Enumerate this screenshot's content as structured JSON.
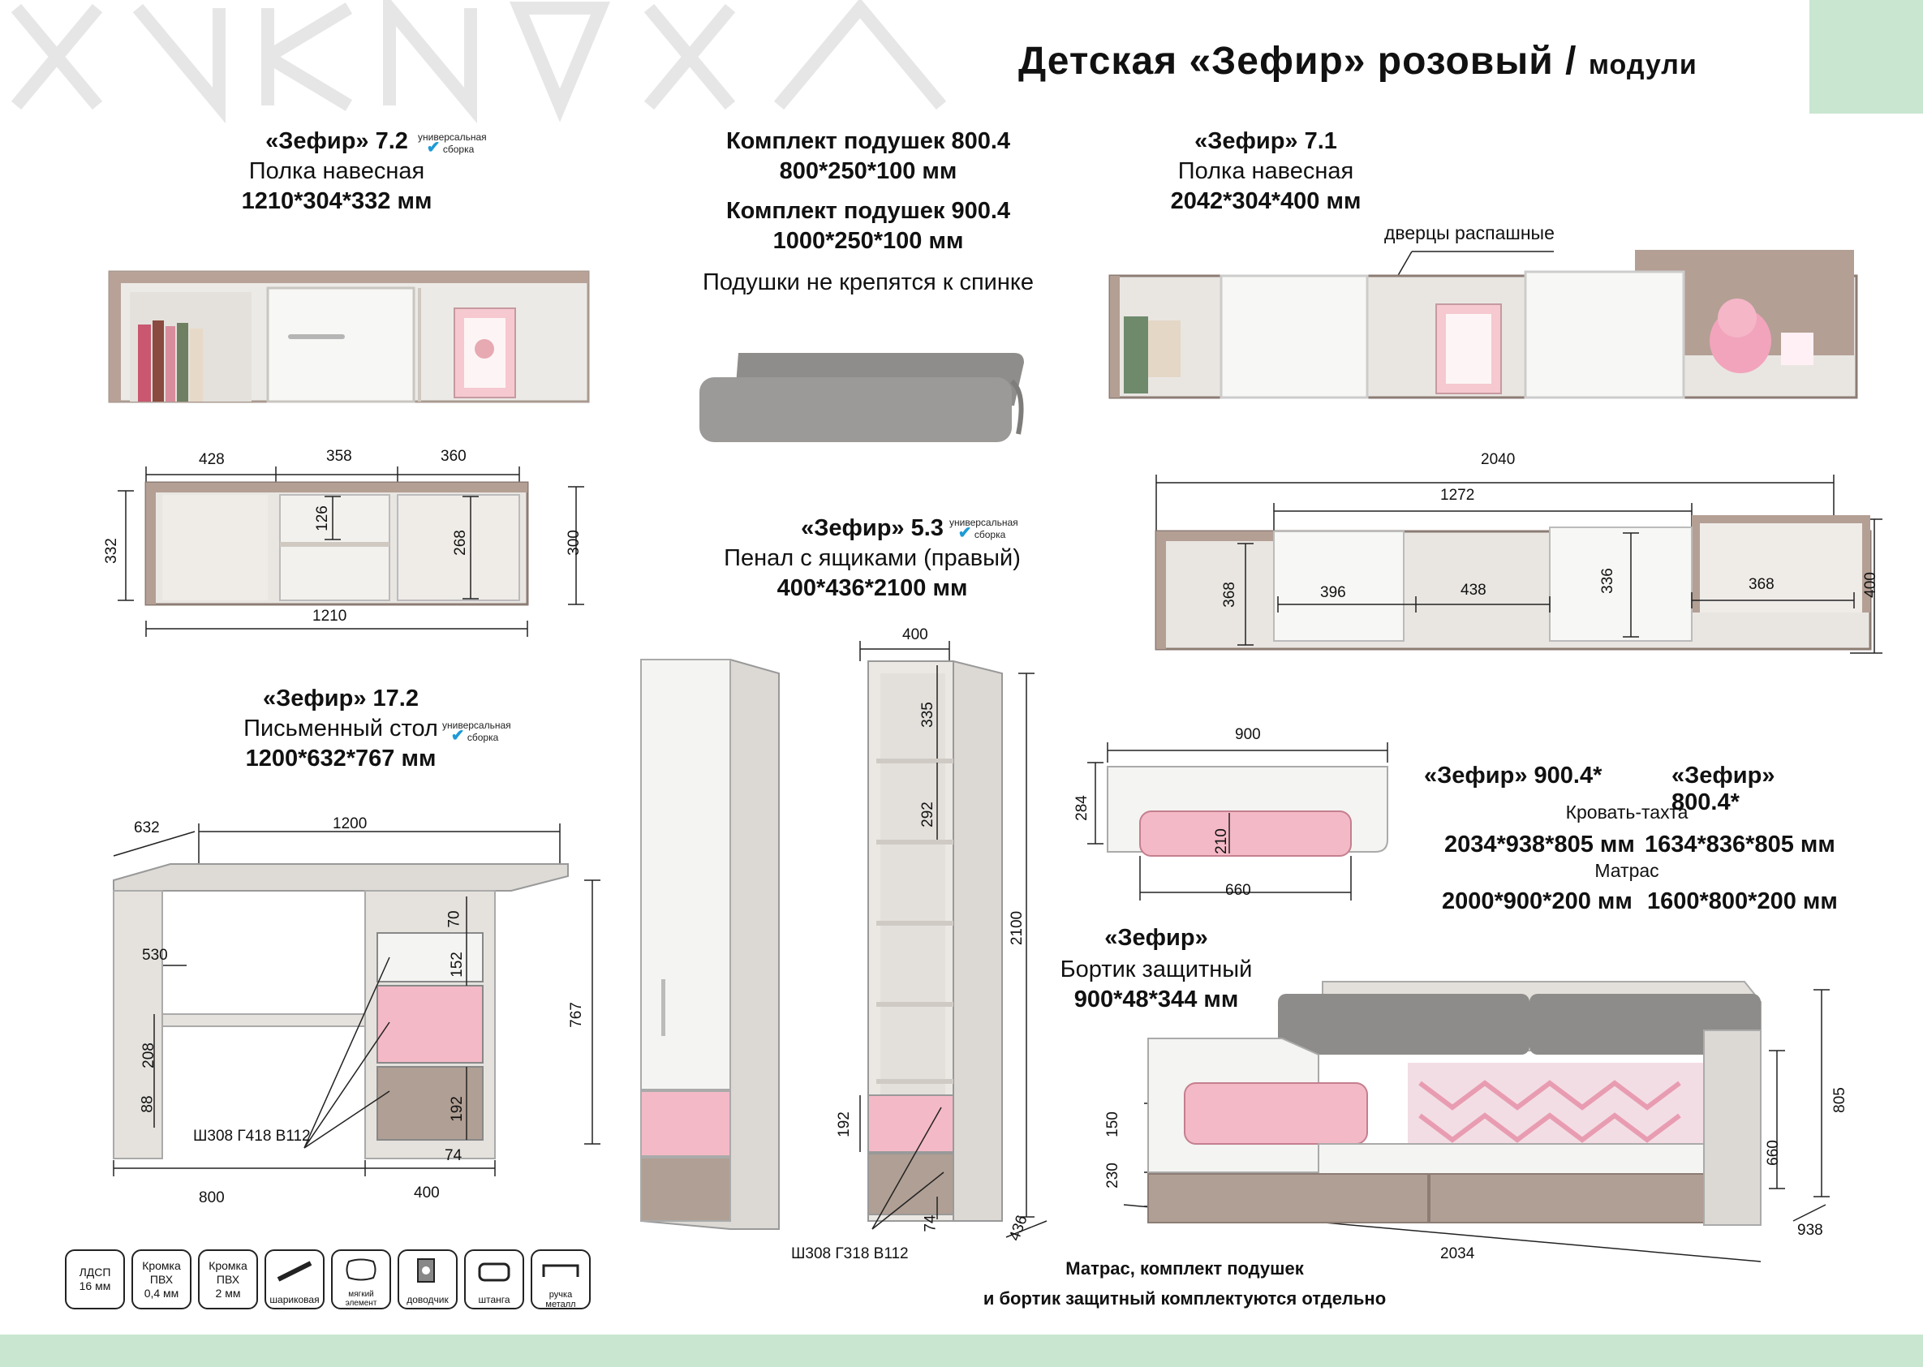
{
  "header": {
    "title": "Детская «Зефир» розовый /",
    "subtitle": "модули",
    "accent_color": "#c8e6d0",
    "bottom_band_color": "#c8e6d0"
  },
  "badge": {
    "line1": "универсальная",
    "line2": "сборка"
  },
  "shelf72": {
    "name": "«Зефир» 7.2",
    "type": "Полка навесная",
    "size": "1210*304*332 мм"
  },
  "shelf72_dims": {
    "d1": "428",
    "d2": "358",
    "d3": "360",
    "h": "332",
    "inner1": "126",
    "inner2": "268",
    "right": "300",
    "width": "1210"
  },
  "pillows": {
    "set1_name": "Комплект подушек 800.4",
    "set1_size": "800*250*100 мм",
    "set2_name": "Комплект подушек 900.4",
    "set2_size": "1000*250*100 мм",
    "note": "Подушки не крепятся к спинке"
  },
  "shelf71": {
    "name": "«Зефир» 7.1",
    "type": "Полка навесная",
    "size": "2042*304*400 мм",
    "callout": "дверцы распашные"
  },
  "shelf71_dims": {
    "total": "2040",
    "doors": "1272",
    "left": "368",
    "d1": "396",
    "d2": "438",
    "door_h": "336",
    "right": "368",
    "h": "400"
  },
  "pencil": {
    "name": "«Зефир» 5.3",
    "type": "Пенал с ящиками (правый)",
    "size": "400*436*2100 мм"
  },
  "pencil_dims": {
    "w": "400",
    "s1": "335",
    "s2": "292",
    "h": "2100",
    "drawer": "192",
    "bottom": "74",
    "depth": "436",
    "slide": "Ш308 Г318 В112"
  },
  "desk": {
    "name": "«Зефир» 17.2",
    "type": "Письменный стол",
    "size": "1200*632*767 мм"
  },
  "desk_dims": {
    "depth": "632",
    "width": "1200",
    "knee": "530",
    "top": "70",
    "d1": "152",
    "h": "767",
    "d2": "208",
    "foot": "88",
    "d3": "192",
    "base": "74",
    "slide": "Ш308 Г418 В112",
    "left_w": "800",
    "right_w": "400"
  },
  "rail": {
    "w": "900",
    "h": "284",
    "inner_h": "210",
    "inner_w": "660"
  },
  "beds": {
    "model1": "«Зефир» 900.4*",
    "model2": "«Зефир» 800.4*",
    "bed_label": "Кровать-тахта",
    "bed1": "2034*938*805 мм",
    "bed2": "1634*836*805 мм",
    "mattress_label": "Матрас",
    "mat1": "2000*900*200 мм",
    "mat2": "1600*800*200 мм"
  },
  "guard": {
    "name": "«Зефир»",
    "type": "Бортик защитный",
    "size": "900*48*344 мм"
  },
  "bed_dims": {
    "h150": "150",
    "h230": "230",
    "h660": "660",
    "h805": "805",
    "depth": "938",
    "length": "2034"
  },
  "note": {
    "line1": "Матрас, комплект подушек",
    "line2": "и бортик защитный комплектуются отдельно"
  },
  "icons": [
    {
      "label": "ЛДСП\n16 мм",
      "caption": "",
      "name": "chipboard-icon"
    },
    {
      "label": "Кромка\nПВХ\n0,4 мм",
      "caption": "",
      "name": "edge-04-icon"
    },
    {
      "label": "Кромка\nПВХ\n2 мм",
      "caption": "",
      "name": "edge-2-icon"
    },
    {
      "label": "",
      "caption": "шариковая",
      "name": "ball-slide-icon"
    },
    {
      "label": "",
      "caption": "мягкий\nэлемент",
      "name": "soft-element-icon"
    },
    {
      "label": "",
      "caption": "доводчик",
      "name": "door-closer-icon"
    },
    {
      "label": "",
      "caption": "штанга",
      "name": "rod-icon"
    },
    {
      "label": "",
      "caption": "ручка\nметалл",
      "name": "metal-handle-icon"
    }
  ]
}
